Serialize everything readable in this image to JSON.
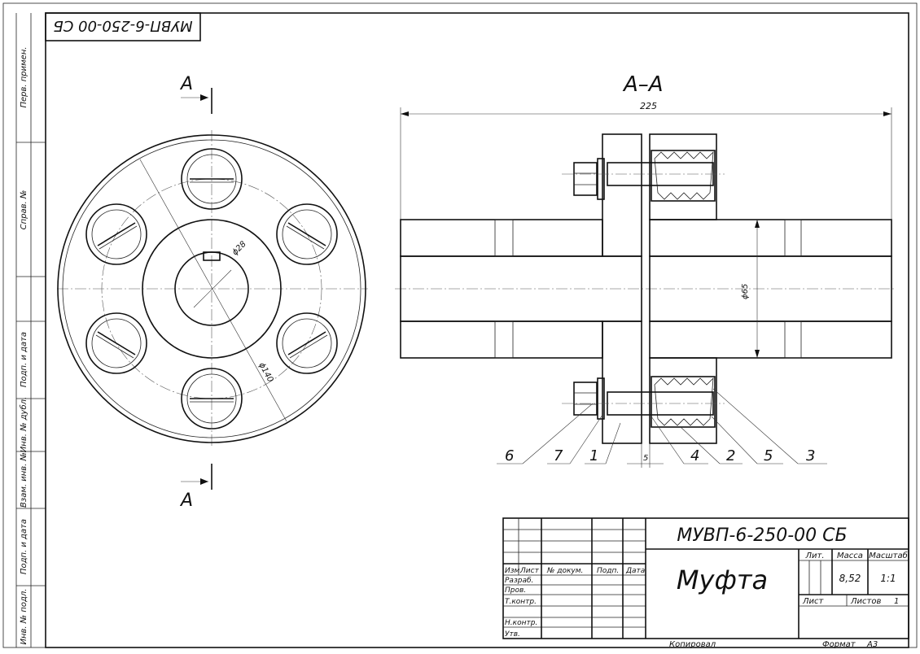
{
  "stamp": {
    "designation": "МУВП-6-250-00 СБ",
    "mirror_designation": "МУВП-6-250-00 СБ",
    "title": "Муфта",
    "lit_label": "Лит.",
    "mass_label": "Масса",
    "scale_label": "Масштаб",
    "mass_value": "8,52",
    "scale_value": "1:1",
    "sheet_label": "Лист",
    "sheets_label": "Листов",
    "sheets_value": "1",
    "col_headers": [
      "Изм.",
      "Лист",
      "№ докум.",
      "Подп.",
      "Дата"
    ],
    "roles": [
      "Разраб.",
      "Пров.",
      "Т.контр.",
      "Н.контр.",
      "Утв."
    ],
    "copied": "Копировал",
    "format_label": "Формат",
    "format_value": "А3"
  },
  "side_labels": [
    "Перв. примен.",
    "Справ. №",
    "Подп. и дата",
    "Инв. № дубл.",
    "Взам. инв. №",
    "Подп. и дата",
    "Инв. № подл."
  ],
  "views": {
    "cut_label": "А",
    "section_title": "А–А",
    "dim_overall": "225",
    "dim_bore": "ϕ65",
    "dim_hole": "ϕ28",
    "dim_outer": "ϕ140",
    "dim_gap": "5"
  },
  "callouts": [
    "6",
    "7",
    "1",
    "4",
    "2",
    "5",
    "3"
  ]
}
